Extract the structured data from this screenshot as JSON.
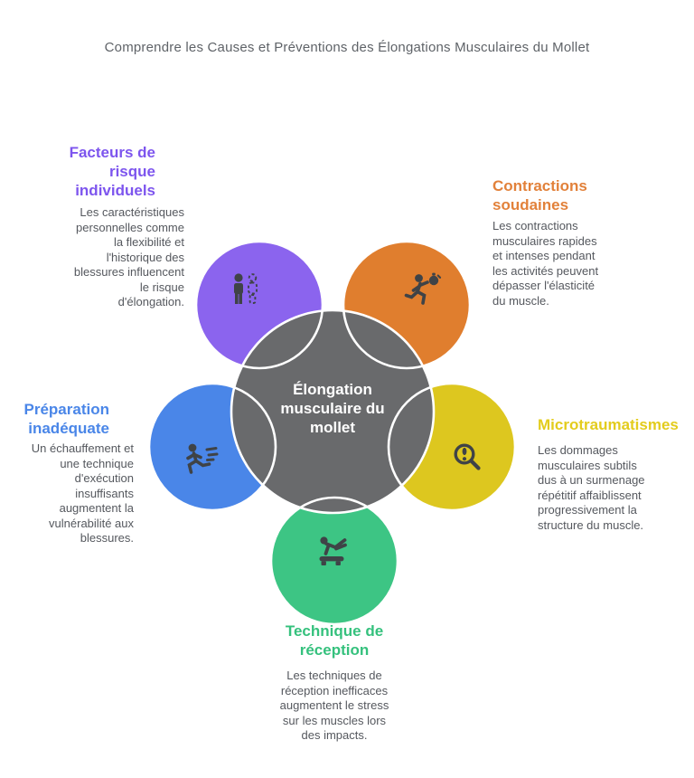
{
  "title": "Comprendre les Causes et Préventions des Élongations Musculaires du Mollet",
  "center": {
    "label": "Élongation\nmusculaire du\nmollet",
    "circle_color": "#696A6C",
    "text_color": "#FFFFFF"
  },
  "nodes": {
    "risk_factors": {
      "heading": "Facteurs de\nrisque\nindividuels",
      "body": "Les caractéristiques\npersonnelles comme\nla flexibilité et\nl'historique des\nblessures influencent\nle risque\nd'élongation.",
      "circle_color": "#8B64EE",
      "heading_color": "#7D55EE",
      "icon": "person-comparison-icon"
    },
    "sudden_contractions": {
      "heading": "Contractions\nsoudaines",
      "body": "Les contractions\nmusculaires rapides\net intenses pendant\nles activités peuvent\ndépasser l'élasticité\ndu muscle.",
      "circle_color": "#E07E2E",
      "heading_color": "#E2813A",
      "icon": "runner-stopwatch-icon"
    },
    "inadequate_preparation": {
      "heading": "Préparation\ninadéquate",
      "body": "Un échauffement et\nune technique\nd'exécution\ninsuffisants\naugmentent la\nvulnérabilité aux\nblessures.",
      "circle_color": "#4A86E8",
      "heading_color": "#4A86E8",
      "icon": "running-speed-icon"
    },
    "microtraumas": {
      "heading": "Microtraumatismes",
      "body": "Les dommages\nmusculaires subtils\ndus à un surmenage\nrépétitif affaiblissent\nprogressivement la\nstructure du muscle.",
      "circle_color": "#DDC71F",
      "heading_color": "#E3CC1D",
      "icon": "magnifier-alert-icon"
    },
    "landing_technique": {
      "heading": "Technique de\nréception",
      "body": "Les techniques de\nréception inefficaces\naugmentent le stress\nsur les muscles lors\ndes impacts.",
      "circle_color": "#3DC584",
      "heading_color": "#35C17D",
      "icon": "gymnast-landing-icon"
    }
  },
  "colors": {
    "title_text": "#5F6368",
    "body_text": "#55585E",
    "icon_glyph": "#3F4347",
    "arc_stroke": "#FFFFFF",
    "background": "#FFFFFF"
  }
}
